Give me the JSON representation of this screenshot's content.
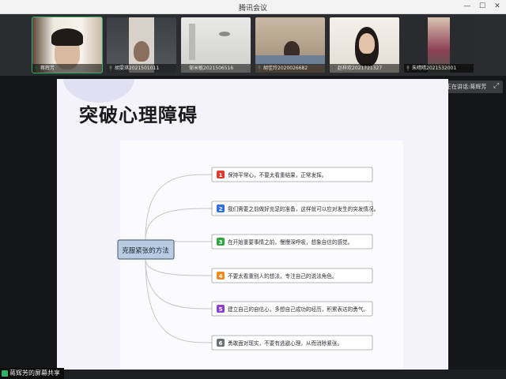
{
  "window": {
    "title": "腾讯会议",
    "controls": [
      "minimize",
      "maximize",
      "close"
    ]
  },
  "participants": [
    {
      "name": "蒋辉芳",
      "active": true
    },
    {
      "name": "胡雯琪2021501011"
    },
    {
      "name": "邹米敏2021506516"
    },
    {
      "name": "胡佳玲2020026682"
    },
    {
      "name": "赵梓欢2021721327"
    },
    {
      "name": "朱晴晴2021532001"
    }
  ],
  "speaking": {
    "label": "正在讲话:蒋辉芳"
  },
  "share_indicator": {
    "label": "蒋辉芳的屏幕共享"
  },
  "slide": {
    "title": "突破心理障碍",
    "mindmap": {
      "root": "克服紧张的方法",
      "branches": [
        {
          "num": "1",
          "text": "保持平常心，不要太看重结果，正常发挥。",
          "color": "#e03a2f"
        },
        {
          "num": "2",
          "text": "我们需要之前做好充足的准备，这样就可以应对发生的突发情况。",
          "color": "#2f6fe0"
        },
        {
          "num": "3",
          "text": "在开始重要事情之前，慢慢深呼吸，想象自信的感觉。",
          "color": "#2fa640"
        },
        {
          "num": "4",
          "text": "不要太看重别人的想法，专注自己的说法角色。",
          "color": "#f08a1c"
        },
        {
          "num": "5",
          "text": "建立自己的自信心，多想自己成功的经历，积累表达的勇气。",
          "color": "#8a3fd0"
        },
        {
          "num": "6",
          "text": "勇敢面对现实，不要有逃避心理，从而消除紧张。",
          "color": "#6b7077"
        }
      ]
    }
  }
}
